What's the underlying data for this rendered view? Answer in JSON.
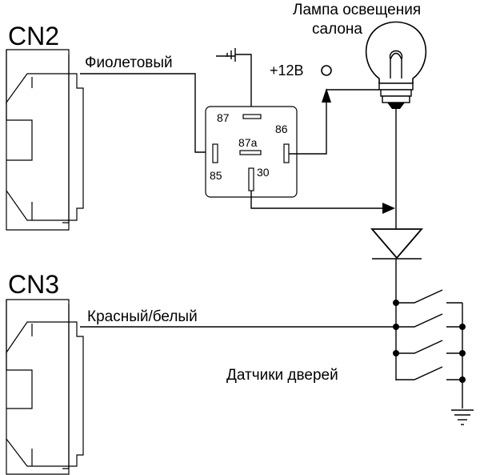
{
  "connectors": {
    "cn2": {
      "label": "CN2",
      "wire_label": "Фиолетовый"
    },
    "cn3": {
      "label": "CN3",
      "wire_label": "Красный/белый"
    }
  },
  "relay": {
    "pins": {
      "p87": "87",
      "p87a": "87a",
      "p86": "86",
      "p85": "85",
      "p30": "30"
    }
  },
  "power": {
    "label": "+12В"
  },
  "lamp": {
    "label_line1": "Лампа освещения",
    "label_line2": "салона"
  },
  "door_sensors": {
    "label": "Датчики  дверей"
  }
}
